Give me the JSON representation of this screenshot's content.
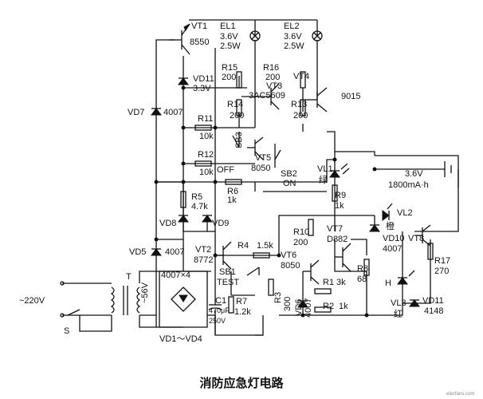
{
  "title": "消防应急灯电路",
  "watermark": "elecfans.com",
  "labels": {
    "vt1": "VT1",
    "vt1_type": "8550",
    "el1": "EL1",
    "el1_v": "3.6V",
    "el1_w": "2.5W",
    "el2": "EL2",
    "el2_v": "3.6V",
    "el2_w": "2.5W",
    "r15": "R15",
    "r15_v": "200",
    "r16": "R16",
    "r16_v": "200",
    "vt3": "VT3",
    "vt3_type": "3AC5609",
    "vt4": "VT4",
    "vd11a": "VD11",
    "vd11a_v": "3.3V",
    "r14": "R14",
    "r14_v": "200",
    "r13": "R13",
    "r13_v": "200",
    "t9015": "9015",
    "vd7": "VD7",
    "vd7_v": "4007",
    "r11": "R11",
    "r11_v": "10k",
    "sb3": "SB3",
    "vt5": "VT5",
    "vt5_type": "8050",
    "r12": "R12",
    "r12_v": "10k",
    "off": "OFF",
    "sb2": "SB2",
    "on": "ON",
    "r6": "R6",
    "r6_v": "1k",
    "vl1": "VL1",
    "vl1_c": "绿",
    "bat_v": "3.6V",
    "bat_c": "1800mA·h",
    "r5": "R5",
    "r5_v": "4.7k",
    "r9": "R9",
    "r9_v": "1k",
    "vd8": "VD8",
    "vd9": "VD9",
    "vl2": "VL2",
    "vl2_c": "橙",
    "r10": "R10",
    "r10_v": "200",
    "vt7": "VT7",
    "vt7_type": "D882",
    "vd5": "VD5",
    "vd5_v": "4007",
    "vt2": "VT2",
    "vt2_type": "8772",
    "r4": "R4",
    "r4_v": "1.5k",
    "vd10": "VD10",
    "vd10_v": "4007",
    "vt8": "VT8",
    "vt6": "VT6",
    "vt6_type": "8050",
    "r8": "R8",
    "r8_v": "68",
    "r17": "R17",
    "r17_v": "270",
    "t": "T",
    "bridge": "4007×4",
    "sb1": "SB1",
    "test": "TEST",
    "r1": "R1",
    "r1_v": "3k",
    "h": "H",
    "ac": "~220V",
    "sec": "~56V",
    "c1": "C1",
    "c1_v": "470μF",
    "c1_v2": "250V",
    "r7": "R7",
    "r7_v": "1.2k",
    "r3": "R3",
    "r3_v": "300",
    "vd6": "VD6",
    "vd6_v": "4007",
    "r2": "R2",
    "r2_v": "1k",
    "vl3": "VL3",
    "vl3_c": "红",
    "vd11b": "VD11",
    "vd11b_v": "4148",
    "s": "S",
    "vd14": "VD1～VD4"
  }
}
